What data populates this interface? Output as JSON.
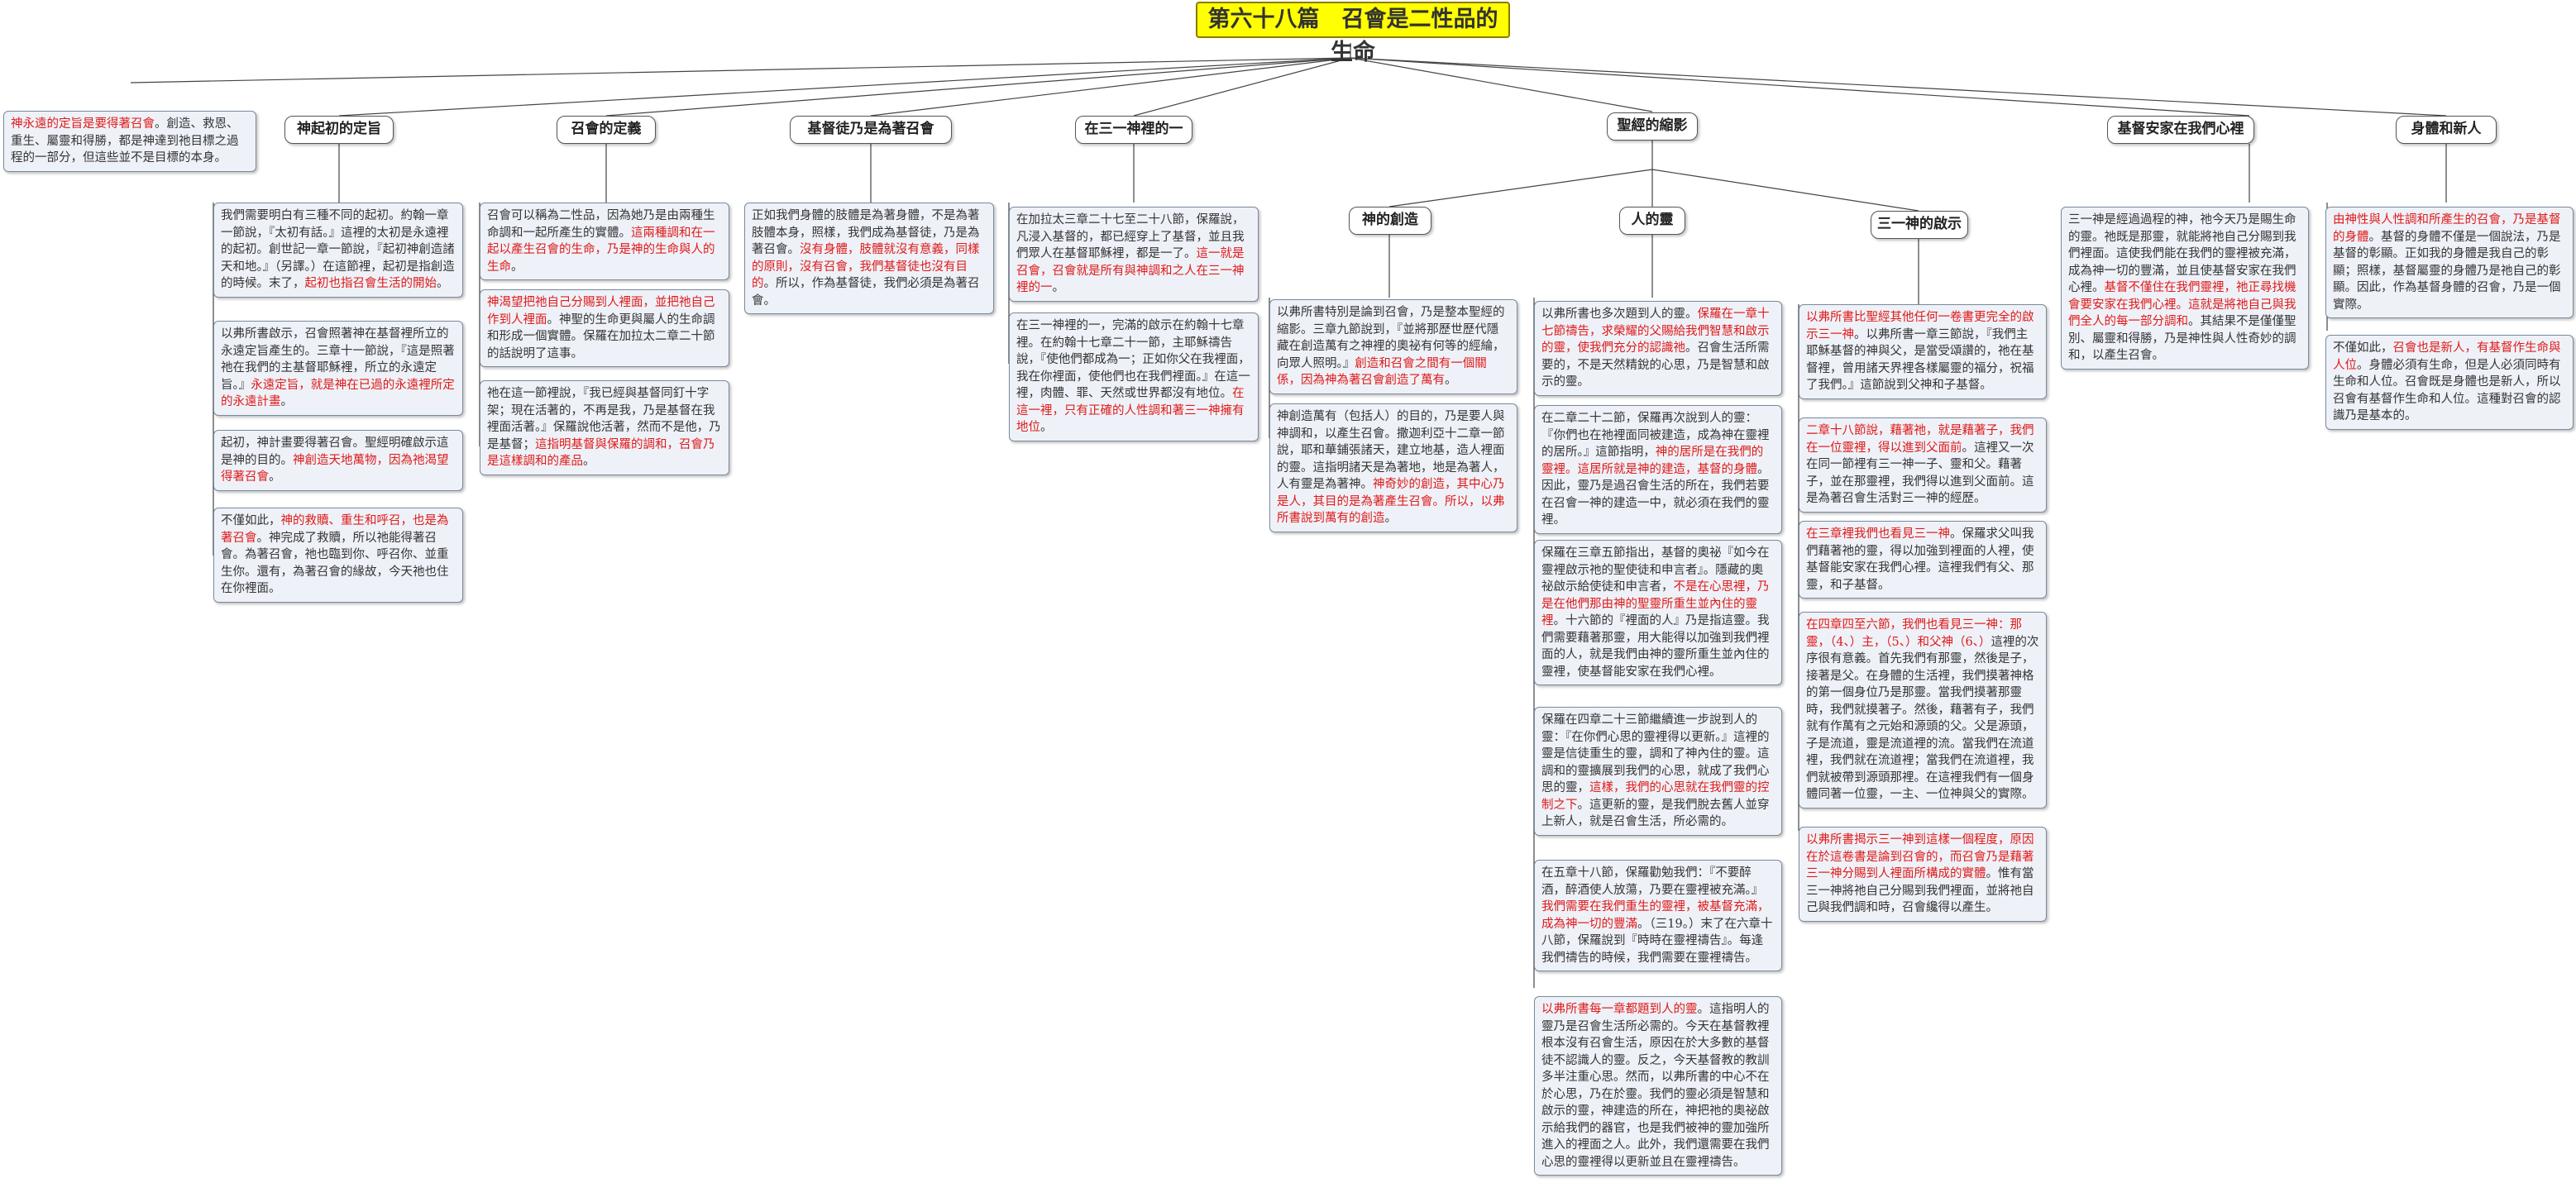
{
  "root": {
    "title": "第六十八篇　召會是二性品的生命"
  },
  "topics": [
    {
      "label": "神起初的定旨"
    },
    {
      "label": "召會的定義"
    },
    {
      "label": "基督徒乃是為著召會"
    },
    {
      "label": "在三一神裡的一"
    },
    {
      "label": "聖經的縮影"
    },
    {
      "label": "基督安家在我們心裡"
    },
    {
      "label": "身體和新人"
    }
  ],
  "subtopics": [
    {
      "label": "神的創造"
    },
    {
      "label": "人的靈"
    },
    {
      "label": "三一神的啟示"
    }
  ],
  "cards": {
    "intro": [
      {
        "t": "神永遠的定旨是要得著召會",
        "red": true
      },
      {
        "t": "。創造、救恩、重生、屬靈和得勝，都是神達到祂目標之過程的一部分，但這些並不是目標的本身。"
      }
    ],
    "c1a": [
      {
        "t": "我們需要明白有三種不同的起初。約翰一章一節說，『太初有話。』這裡的太初是永遠裡的起初。創世記一章一節說，『起初神創造諸天和地。』（另譯。）在這節裡，起初是指創造的時候。末了，"
      },
      {
        "t": "起初也指召會生活的開始",
        "red": true
      },
      {
        "t": "。"
      }
    ],
    "c1b": [
      {
        "t": "以弗所書啟示，召會照著神在基督裡所立的永遠定旨產生的。三章十一節說，『這是照著祂在我們的主基督耶穌裡，所立的永遠定旨。』"
      },
      {
        "t": "永遠定旨，就是神在已過的永遠裡所定的永遠計畫",
        "red": true
      },
      {
        "t": "。"
      }
    ],
    "c1c": [
      {
        "t": "起初，神計畫要得著召會。聖經明確啟示這是神的目的。"
      },
      {
        "t": "神創造天地萬物，因為祂渴望得著召會",
        "red": true
      },
      {
        "t": "。"
      }
    ],
    "c1d": [
      {
        "t": "不僅如此，"
      },
      {
        "t": "神的救贖、重生和呼召，也是為著召會",
        "red": true
      },
      {
        "t": "。神完成了救贖，所以祂能得著召會。為著召會，祂也臨到你、呼召你、並重生你。還有，為著召會的緣故，今天祂也住在你裡面。"
      }
    ],
    "c2a": [
      {
        "t": "召會可以稱為二性品，因為她乃是由兩種生命調和一起所產生的實體。"
      },
      {
        "t": "這兩種調和在一起以產生召會的生命，乃是神的生命與人的生命",
        "red": true
      },
      {
        "t": "。"
      }
    ],
    "c2b": [
      {
        "t": "神渴望把祂自己分賜到人裡面，並把祂自己作到人裡面",
        "red": true
      },
      {
        "t": "。神聖的生命更與屬人的生命調和形成一個實體。保羅在加拉太二章二十節的話說明了這事。"
      }
    ],
    "c2c": [
      {
        "t": "祂在這一節裡說，『我已經與基督同釘十字架；現在活著的，不再是我，乃是基督在我裡面活著。』保羅說他活著，然而不是他，乃是基督；"
      },
      {
        "t": "這指明基督與保羅的調和，召會乃是這樣調和的產品",
        "red": true
      },
      {
        "t": "。"
      }
    ],
    "c3a": [
      {
        "t": "正如我們身體的肢體是為著身體，不是為著肢體本身，照樣，我們成為基督徒，乃是為著召會。"
      },
      {
        "t": "沒有身體，肢體就沒有意義，同樣的原則，沒有召會，我們基督徒也沒有目的",
        "red": true
      },
      {
        "t": "。所以，作為基督徒，我們必須是為著召會。"
      }
    ],
    "c4a": [
      {
        "t": "在加拉太三章二十七至二十八節，保羅說，凡浸入基督的，都已經穿上了基督，並且我們眾人在基督耶穌裡，都是一了。"
      },
      {
        "t": "這一就是召會，召會就是所有與神調和之人在三一神裡的一",
        "red": true
      },
      {
        "t": "。"
      }
    ],
    "c4b": [
      {
        "t": "在三一神裡的一，完滿的啟示在約翰十七章裡。在約翰十七章二十一節，主耶穌禱告說，『使他們都成為一；正如你父在我裡面，我在你裡面，使他們也在我們裡面。』在這一裡，肉體、罪、天然或世界都沒有地位。"
      },
      {
        "t": "在這一裡，只有正確的人性調和著三一神擁有地位",
        "red": true
      },
      {
        "t": "。"
      }
    ],
    "c5a": [
      {
        "t": "以弗所書特別是論到召會，乃是整本聖經的縮影。三章九節說到，『並將那歷世歷代隱藏在創造萬有之神裡的奧祕有何等的經綸，向眾人照明。』"
      },
      {
        "t": "創造和召會之間有一個關係，因為神為著召會創造了萬有",
        "red": true
      },
      {
        "t": "。"
      }
    ],
    "c5b": [
      {
        "t": "神創造萬有（包括人）的目的，乃是要人與神調和，以產生召會。撒迦利亞十二章一節說，耶和華鋪張諸天，建立地基，造人裡面的靈。這指明諸天是為著地，地是為著人，人有靈是為著神。"
      },
      {
        "t": "神奇妙的創造，其中心乃是人，其目的是為著產生召會。所以，以弗所書說到萬有的創造",
        "red": true
      },
      {
        "t": "。"
      }
    ],
    "c6a": [
      {
        "t": "以弗所書也多次題到人的靈。"
      },
      {
        "t": "保羅在一章十七節禱告，求榮耀的父賜給我們智慧和啟示的靈，使我們充分的認識祂",
        "red": true
      },
      {
        "t": "。召會生活所需要的，不是天然精銳的心思，乃是智慧和啟示的靈。"
      }
    ],
    "c6b": [
      {
        "t": "在二章二十二節，保羅再次說到人的靈：『你們也在祂裡面同被建造，成為神在靈裡的居所。』這節指明，"
      },
      {
        "t": "神的居所是在我們的靈裡。這居所就是神的建造，基督的身體",
        "red": true
      },
      {
        "t": "。因此，靈乃是過召會生活的所在，我們若要在召會一神的建造一中，就必須在我們的靈裡。"
      }
    ],
    "c6c": [
      {
        "t": "保羅在三章五節指出，基督的奧祕『如今在靈裡啟示祂的聖使徒和申言者』。隱藏的奧祕啟示給使徒和申言者，"
      },
      {
        "t": "不是在心思裡，乃是在他們那由神的聖靈所重生並內住的靈裡",
        "red": true
      },
      {
        "t": "。十六節的『裡面的人』乃是指這靈。我們需要藉著那靈，用大能得以加強到我們裡面的人，就是我們由神的靈所重生並內住的靈裡，使基督能安家在我們心裡。"
      }
    ],
    "c6d": [
      {
        "t": "保羅在四章二十三節繼續進一步說到人的靈：『在你們心思的靈裡得以更新。』這裡的靈是信徒重生的靈，調和了神內住的靈。這調和的靈擴展到我們的心思，就成了我們心思的靈，"
      },
      {
        "t": "這樣，我們的心思就在我們靈的控制之下",
        "red": true
      },
      {
        "t": "。這更新的靈，是我們脫去舊人並穿上新人，就是召會生活，所必需的。"
      }
    ],
    "c6e": [
      {
        "t": "在五章十八節，保羅勸勉我們：『不要醉酒，醉酒使人放蕩，乃要在靈裡被充滿。』"
      },
      {
        "t": "我們需要在我們重生的靈裡，被基督充滿，成為神一切的豐滿",
        "red": true
      },
      {
        "t": "。（三19。）末了在六章十八節，保羅說到『時時在靈裡禱告』。每逢我們禱告的時候，我們需要在靈裡禱告。"
      }
    ],
    "c6f": [
      {
        "t": "以弗所書每一章都題到人的靈",
        "red": true
      },
      {
        "t": "。這指明人的靈乃是召會生活所必需的。今天在基督教裡根本沒有召會生活，原因在於大多數的基督徒不認識人的靈。反之，今天基督教的教訓多半注重心思。然而，以弗所書的中心不在於心思，乃在於靈。我們的靈必須是智慧和啟示的靈，神建造的所在，神把祂的奧祕啟示給我們的器官，也是我們被神的靈加強所進入的裡面之人。此外，我們還需要在我們心思的靈裡得以更新並且在靈裡禱告。"
      }
    ],
    "c7a": [
      {
        "t": "以弗所書比聖經其他任何一卷書更完全的啟示三一神",
        "red": true
      },
      {
        "t": "。以弗所書一章三節說，『我們主耶穌基督的神與父，是當受頌讚的，祂在基督裡，曾用諸天界裡各樣屬靈的福分，祝福了我們。』這節說到父神和子基督。"
      }
    ],
    "c7b": [
      {
        "t": "二章十八節說，藉著祂，就是藉著子，我們在一位靈裡，得以進到父面前",
        "red": true
      },
      {
        "t": "。這裡又一次在同一節裡有三一神一子、靈和父。藉著子，並在那靈裡，我們得以進到父面前。這是為著召會生活對三一神的經歷。"
      }
    ],
    "c7c": [
      {
        "t": "在三章裡我們也看見三一神",
        "red": true
      },
      {
        "t": "。保羅求父叫我們藉著祂的靈，得以加強到裡面的人裡，使基督能安家在我們心裡。這裡我們有父、那靈，和子基督。"
      }
    ],
    "c7d": [
      {
        "t": "在四章四至六節，我們也看見三一神：那靈，（4、）主，（5、）和父神（6、）",
        "red": true
      },
      {
        "t": "這裡的次序很有意義。首先我們有那靈，然後是子，接著是父。在身體的生活裡，我們摸著神格的第一個身位乃是那靈。當我們摸著那靈時，我們就摸著子。然後，藉著有子，我們就有作萬有之元始和源頭的父。父是源頭，子是流道，靈是流道裡的流。當我們在流道裡，我們就在流道裡；當我們在流道裡，我們就被帶到源頭那裡。在這裡我們有一個身體同著一位靈，一主、一位神與父的實際。"
      }
    ],
    "c7e": [
      {
        "t": "以弗所書揭示三一神到這樣一個程度，原因在於這卷書是論到召會的，而召會乃是藉著三一神分賜到人裡面所構成的實體",
        "red": true
      },
      {
        "t": "。惟有當三一神將祂自己分賜到我們裡面，並將祂自己與我們調和時，召會纔得以產生。"
      }
    ],
    "c8a": [
      {
        "t": "三一神是經過過程的神，祂今天乃是賜生命的靈。祂既是那靈，就能將祂自己分賜到我們裡面。這使我們能在我們的靈裡被充滿，成為神一切的豐滿，並且使基督安家在我們心裡。"
      },
      {
        "t": "基督不僅住在我們靈裡，祂正尋找機會要安家在我們心裡。這就是將祂自己與我們全人的每一部分調和",
        "red": true
      },
      {
        "t": "。其結果不是僅僅聖別、屬靈和得勝，乃是神性與人性奇妙的調和，以產生召會。"
      }
    ],
    "c9a": [
      {
        "t": "由神性與人性調和所產生的召會，乃是基督的身體",
        "red": true
      },
      {
        "t": "。基督的身體不僅是一個說法，乃是基督的彰顯。正如我的身體是我自己的彰顯；照樣，基督屬靈的身體乃是祂自己的彰顯。因此，作為基督身體的召會，乃是一個實際。"
      }
    ],
    "c9b": [
      {
        "t": "不僅如此，"
      },
      {
        "t": "召會也是新人，有基督作生命與人位",
        "red": true
      },
      {
        "t": "。身體必須有生命，但是人必須同時有生命和人位。召會既是身體也是新人，所以召會有基督作生命和人位。這種對召會的認識乃是基本的。"
      }
    ]
  }
}
